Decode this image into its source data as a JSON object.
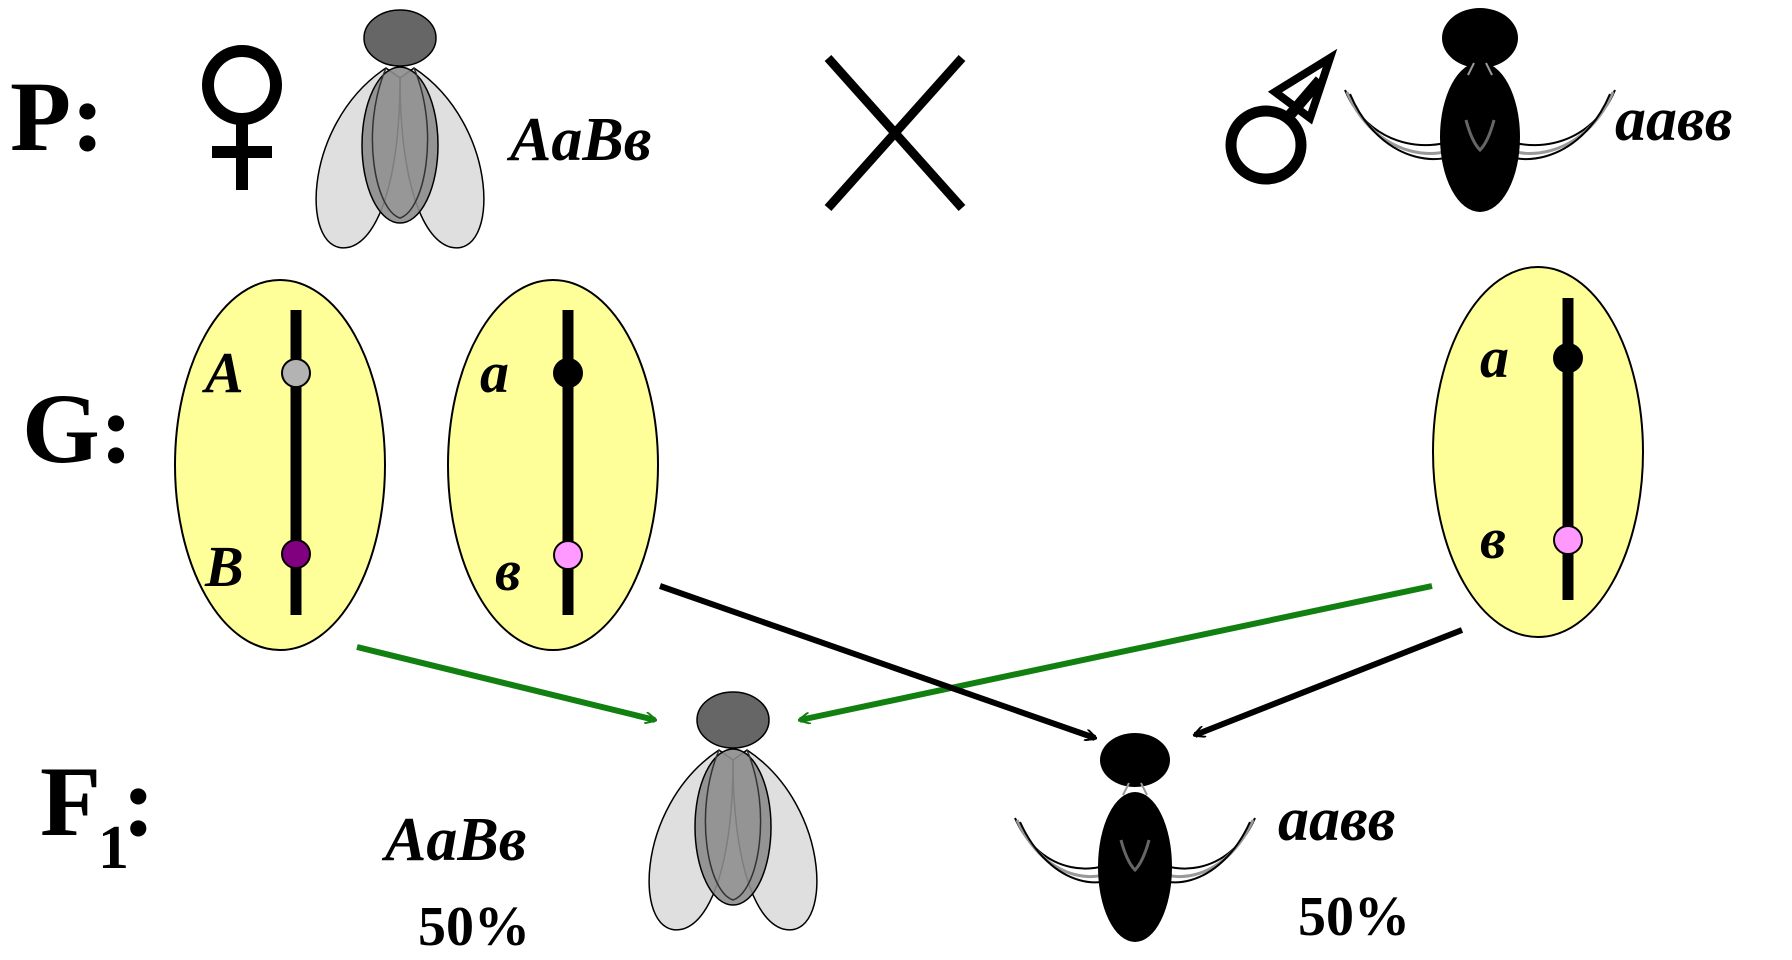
{
  "labels": {
    "p": "P:",
    "g": "G:",
    "f_letter": "F",
    "f_sub": "1",
    "f_colon": ":"
  },
  "parents": {
    "female_symbol": "♀",
    "female_genotype": "AaBв",
    "cross_symbol": "×",
    "male_symbol": "♂",
    "male_genotype": "аавв"
  },
  "gametes": [
    {
      "top_gene": "A",
      "bottom_gene": "B",
      "top_color": "#b3b3b3",
      "bottom_color": "#800080"
    },
    {
      "top_gene": "а",
      "bottom_gene": "в",
      "top_color": "#000000",
      "bottom_color": "#ff99ff"
    },
    {
      "top_gene": "а",
      "bottom_gene": "в",
      "top_color": "#000000",
      "bottom_color": "#ff99ff"
    }
  ],
  "offspring": [
    {
      "genotype": "AaBв",
      "percent": "50%"
    },
    {
      "genotype": "аавв",
      "percent": "50%"
    }
  ],
  "colors": {
    "gamete_fill": "#ffff99",
    "arrow_green": "#118011",
    "arrow_black": "#000000",
    "gray_head": "#666666",
    "gray_wing": "#dcdcdc",
    "gray_body": "#8c8c8c"
  }
}
